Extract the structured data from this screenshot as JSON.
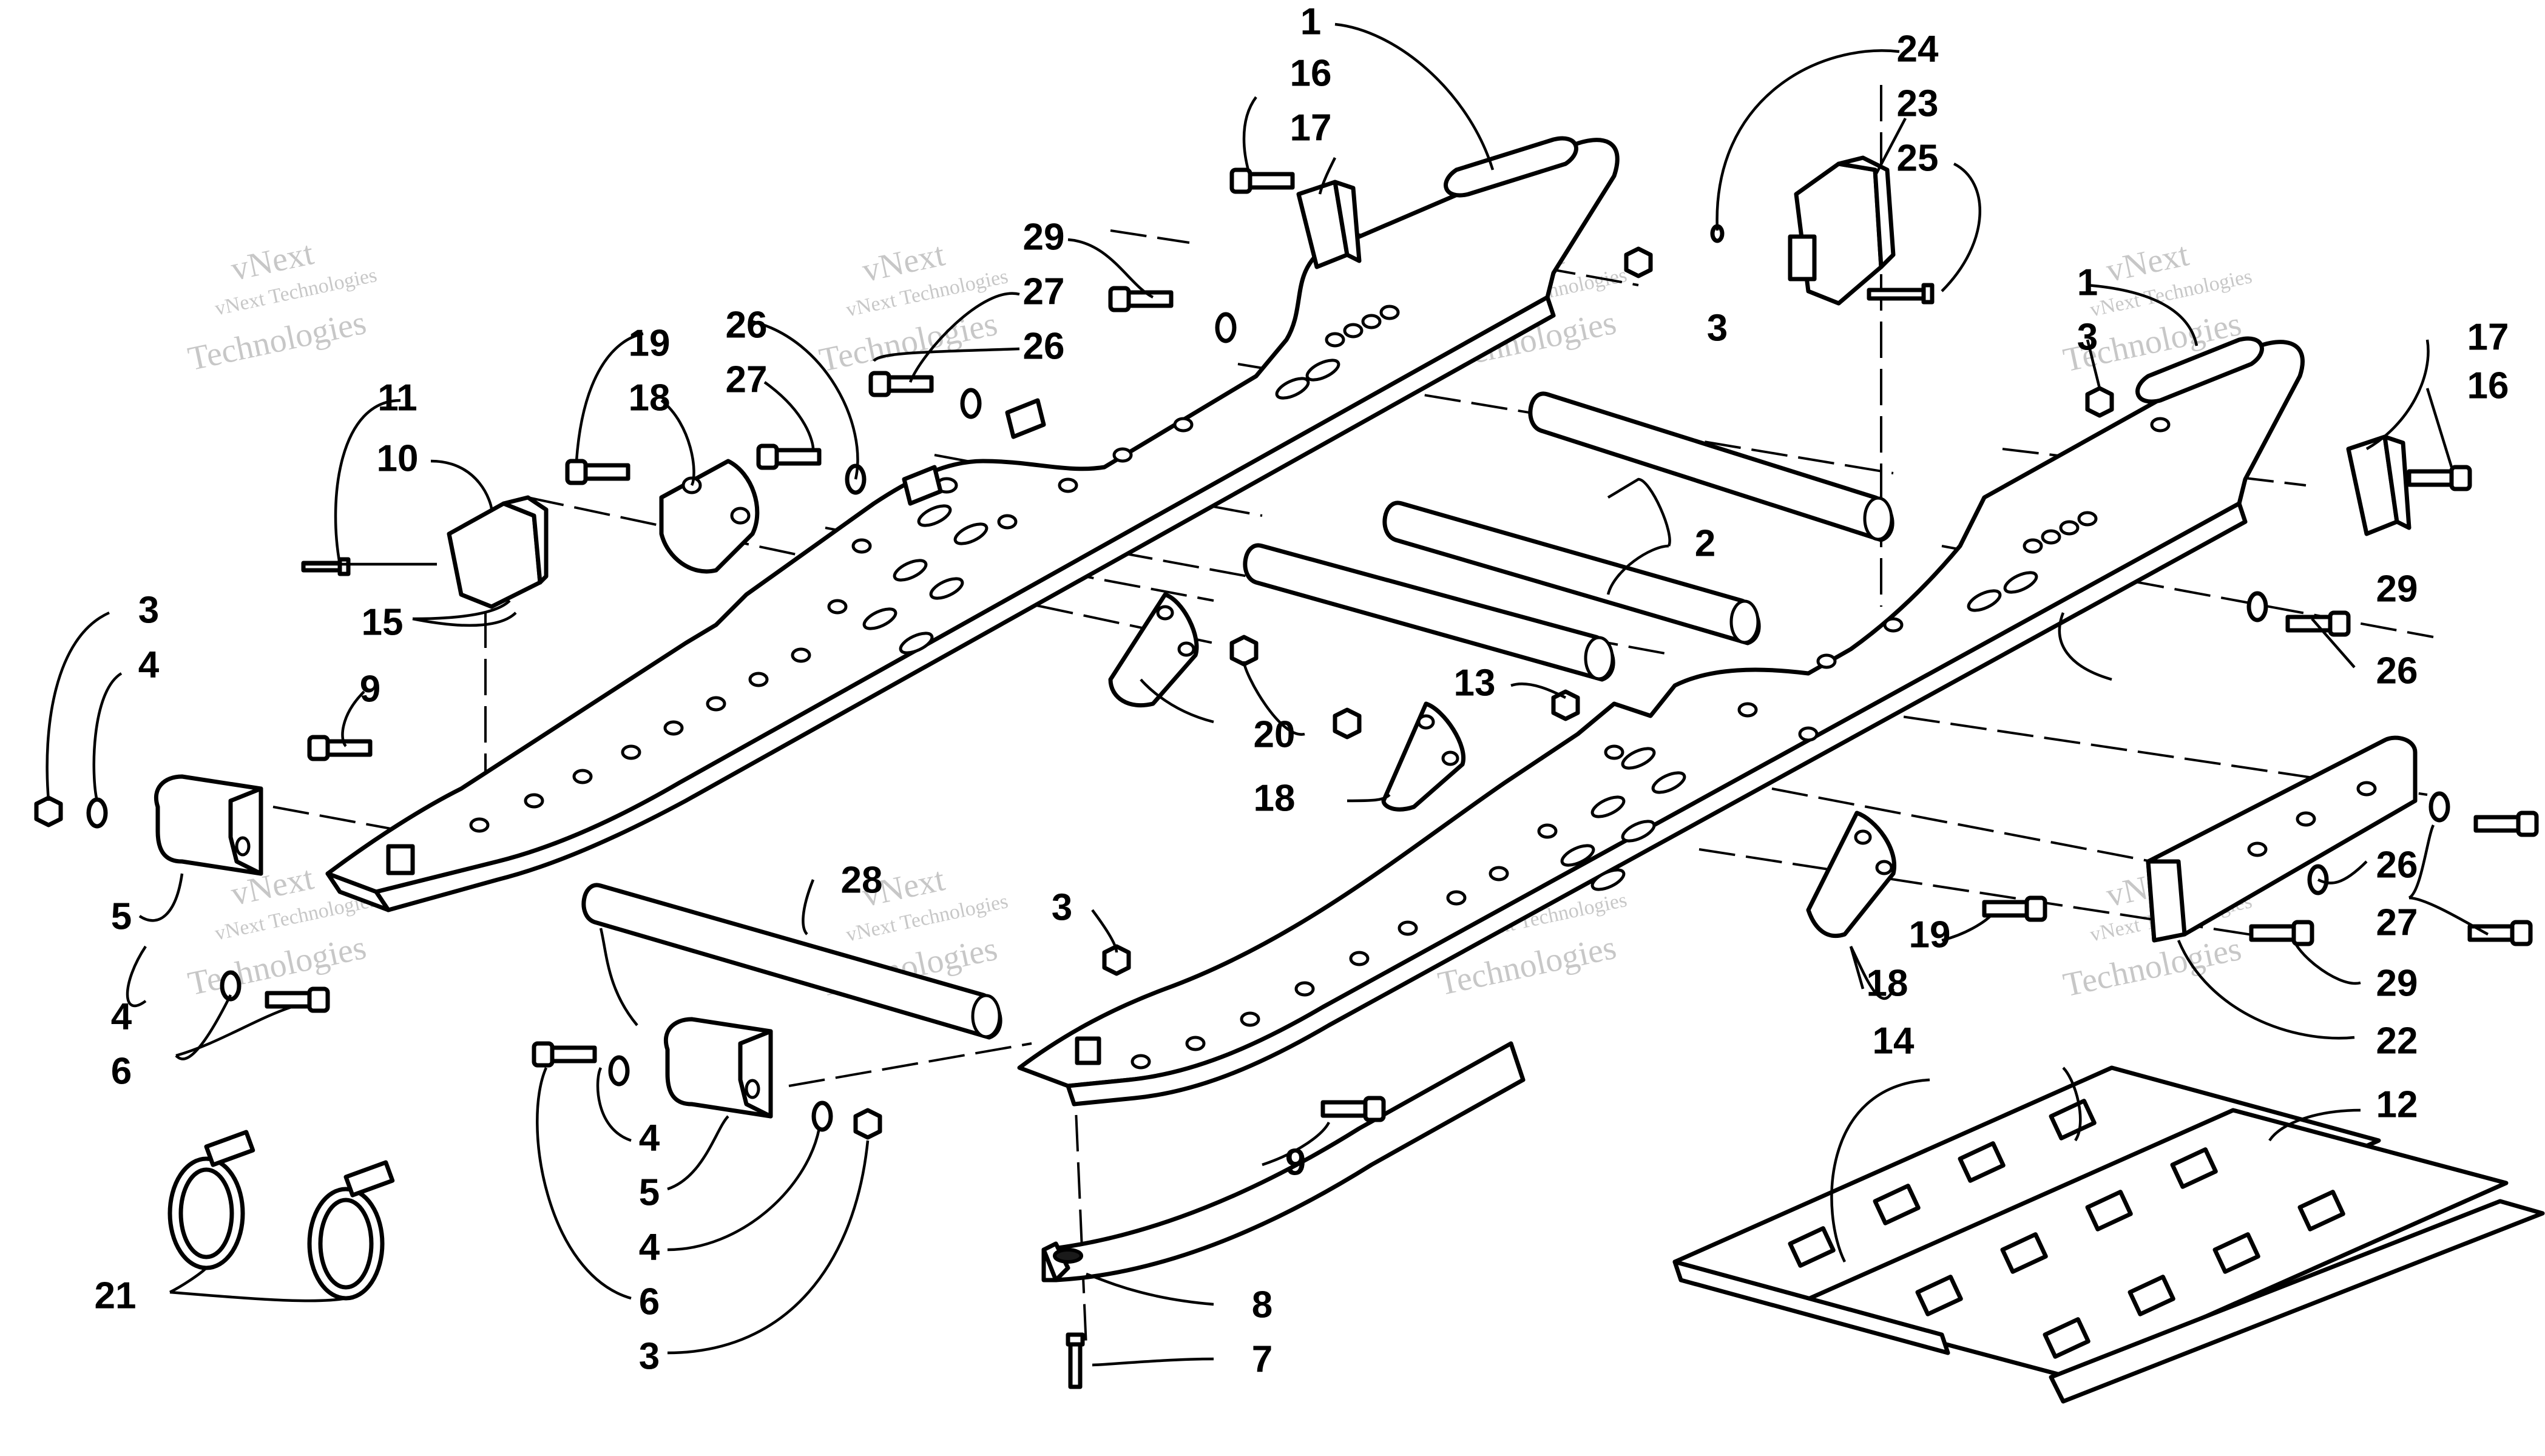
{
  "callouts": [
    "1",
    "16",
    "17",
    "24",
    "23",
    "25",
    "29",
    "27",
    "26",
    "3",
    "1",
    "3",
    "17",
    "16",
    "19",
    "18",
    "26",
    "27",
    "11",
    "10",
    "2",
    "15",
    "29",
    "26",
    "3",
    "4",
    "9",
    "20",
    "13",
    "18",
    "5",
    "28",
    "3",
    "26",
    "27",
    "19",
    "29",
    "4",
    "6",
    "18",
    "22",
    "14",
    "12",
    "4",
    "9",
    "5",
    "4",
    "21",
    "6",
    "3",
    "8",
    "7"
  ],
  "watermark": {
    "line1": "vNext Technologies",
    "line2_a": "vNext",
    "line2_b": "Technologies"
  }
}
